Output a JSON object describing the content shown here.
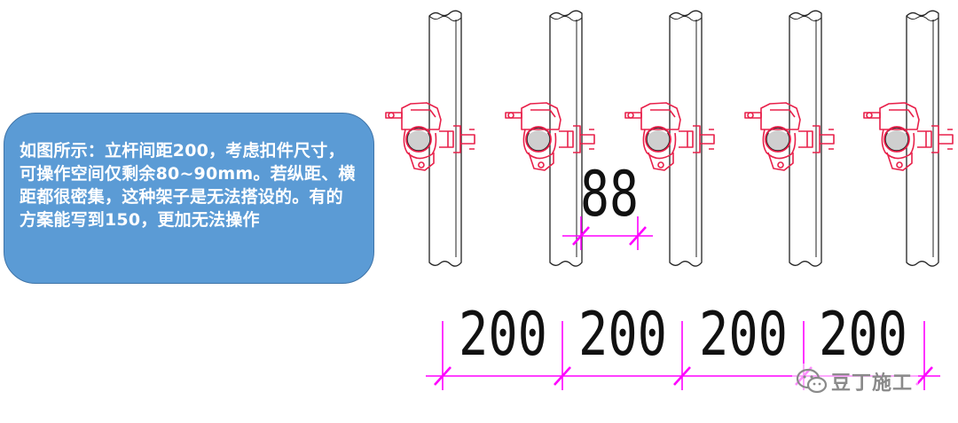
{
  "note": {
    "text": "如图所示：立杆间距200，考虑扣件尺寸，可操作空间仅剩余80~90mm。若纵距、横距都很密集，这种架子是无法搭设的。有的方案能写到150，更加无法操作"
  },
  "dimensions": {
    "gap": "88",
    "spacings": [
      "200",
      "200",
      "200",
      "200"
    ]
  },
  "colors": {
    "box_fill": "#5b9bd5",
    "coupler": "#e8204a",
    "dimension_line": "#ff00ff",
    "pipe_outline": "#222222"
  },
  "watermark": {
    "icon": "wechat-icon",
    "text": "豆丁施工"
  }
}
